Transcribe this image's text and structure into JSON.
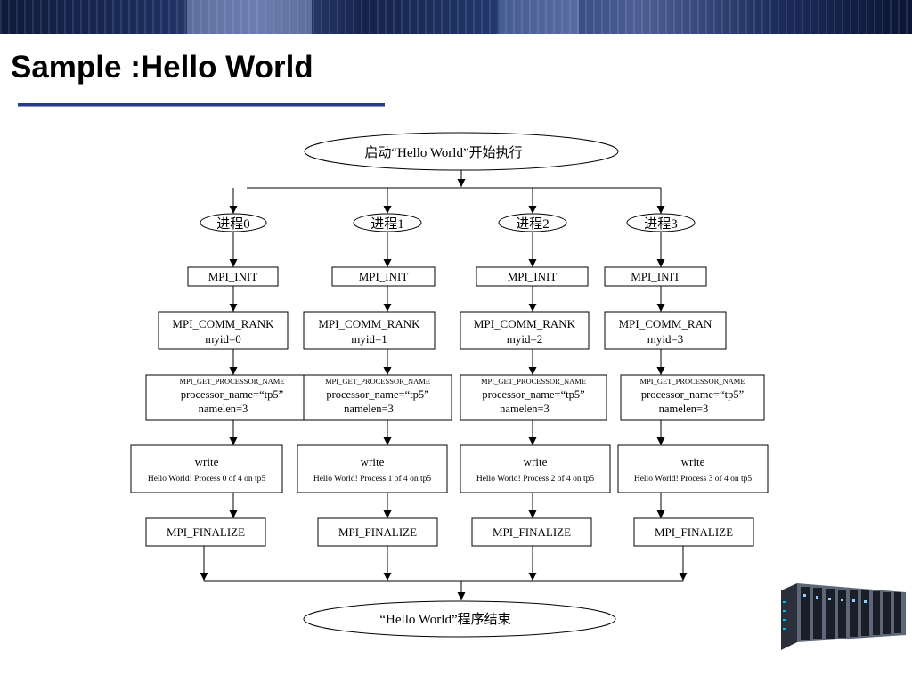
{
  "title": "Sample :Hello World",
  "diagram": {
    "start": "启动“Hello World”开始执行",
    "end": "“Hello World”程序结束",
    "processes": [
      {
        "label": "进程0",
        "init": "MPI_INIT",
        "rank_title": "MPI_COMM_RANK",
        "rank_value": "myid=0",
        "get_title": "MPI_GET_PROCESSOR_NAME",
        "get_name": "processor_name=“tp5”",
        "get_len": "namelen=3",
        "write_title": "write",
        "write_text": "Hello World! Process 0 of 4 on tp5",
        "finalize": "MPI_FINALIZE"
      },
      {
        "label": "进程1",
        "init": "MPI_INIT",
        "rank_title": "MPI_COMM_RANK",
        "rank_value": "myid=1",
        "get_title": "MPI_GET_PROCESSOR_NAME",
        "get_name": "processor_name=“tp5”",
        "get_len": "namelen=3",
        "write_title": "write",
        "write_text": "Hello World! Process 1 of 4 on tp5",
        "finalize": "MPI_FINALIZE"
      },
      {
        "label": "进程2",
        "init": "MPI_INIT",
        "rank_title": "MPI_COMM_RANK",
        "rank_value": "myid=2",
        "get_title": "MPI_GET_PROCESSOR_NAME",
        "get_name": "processor_name=“tp5”",
        "get_len": "namelen=3",
        "write_title": "write",
        "write_text": "Hello World! Process 2 of 4 on tp5",
        "finalize": "MPI_FINALIZE"
      },
      {
        "label": "进程3",
        "init": "MPI_INIT",
        "rank_title": "MPI_COMM_RAN",
        "rank_value": "myid=3",
        "get_title": "MPI_GET_PROCESSOR_NAME",
        "get_name": "processor_name=“tp5”",
        "get_len": "namelen=3",
        "write_title": "write",
        "write_text": "Hello World! Process 3 of 4 on tp5",
        "finalize": "MPI_FINALIZE"
      }
    ]
  }
}
